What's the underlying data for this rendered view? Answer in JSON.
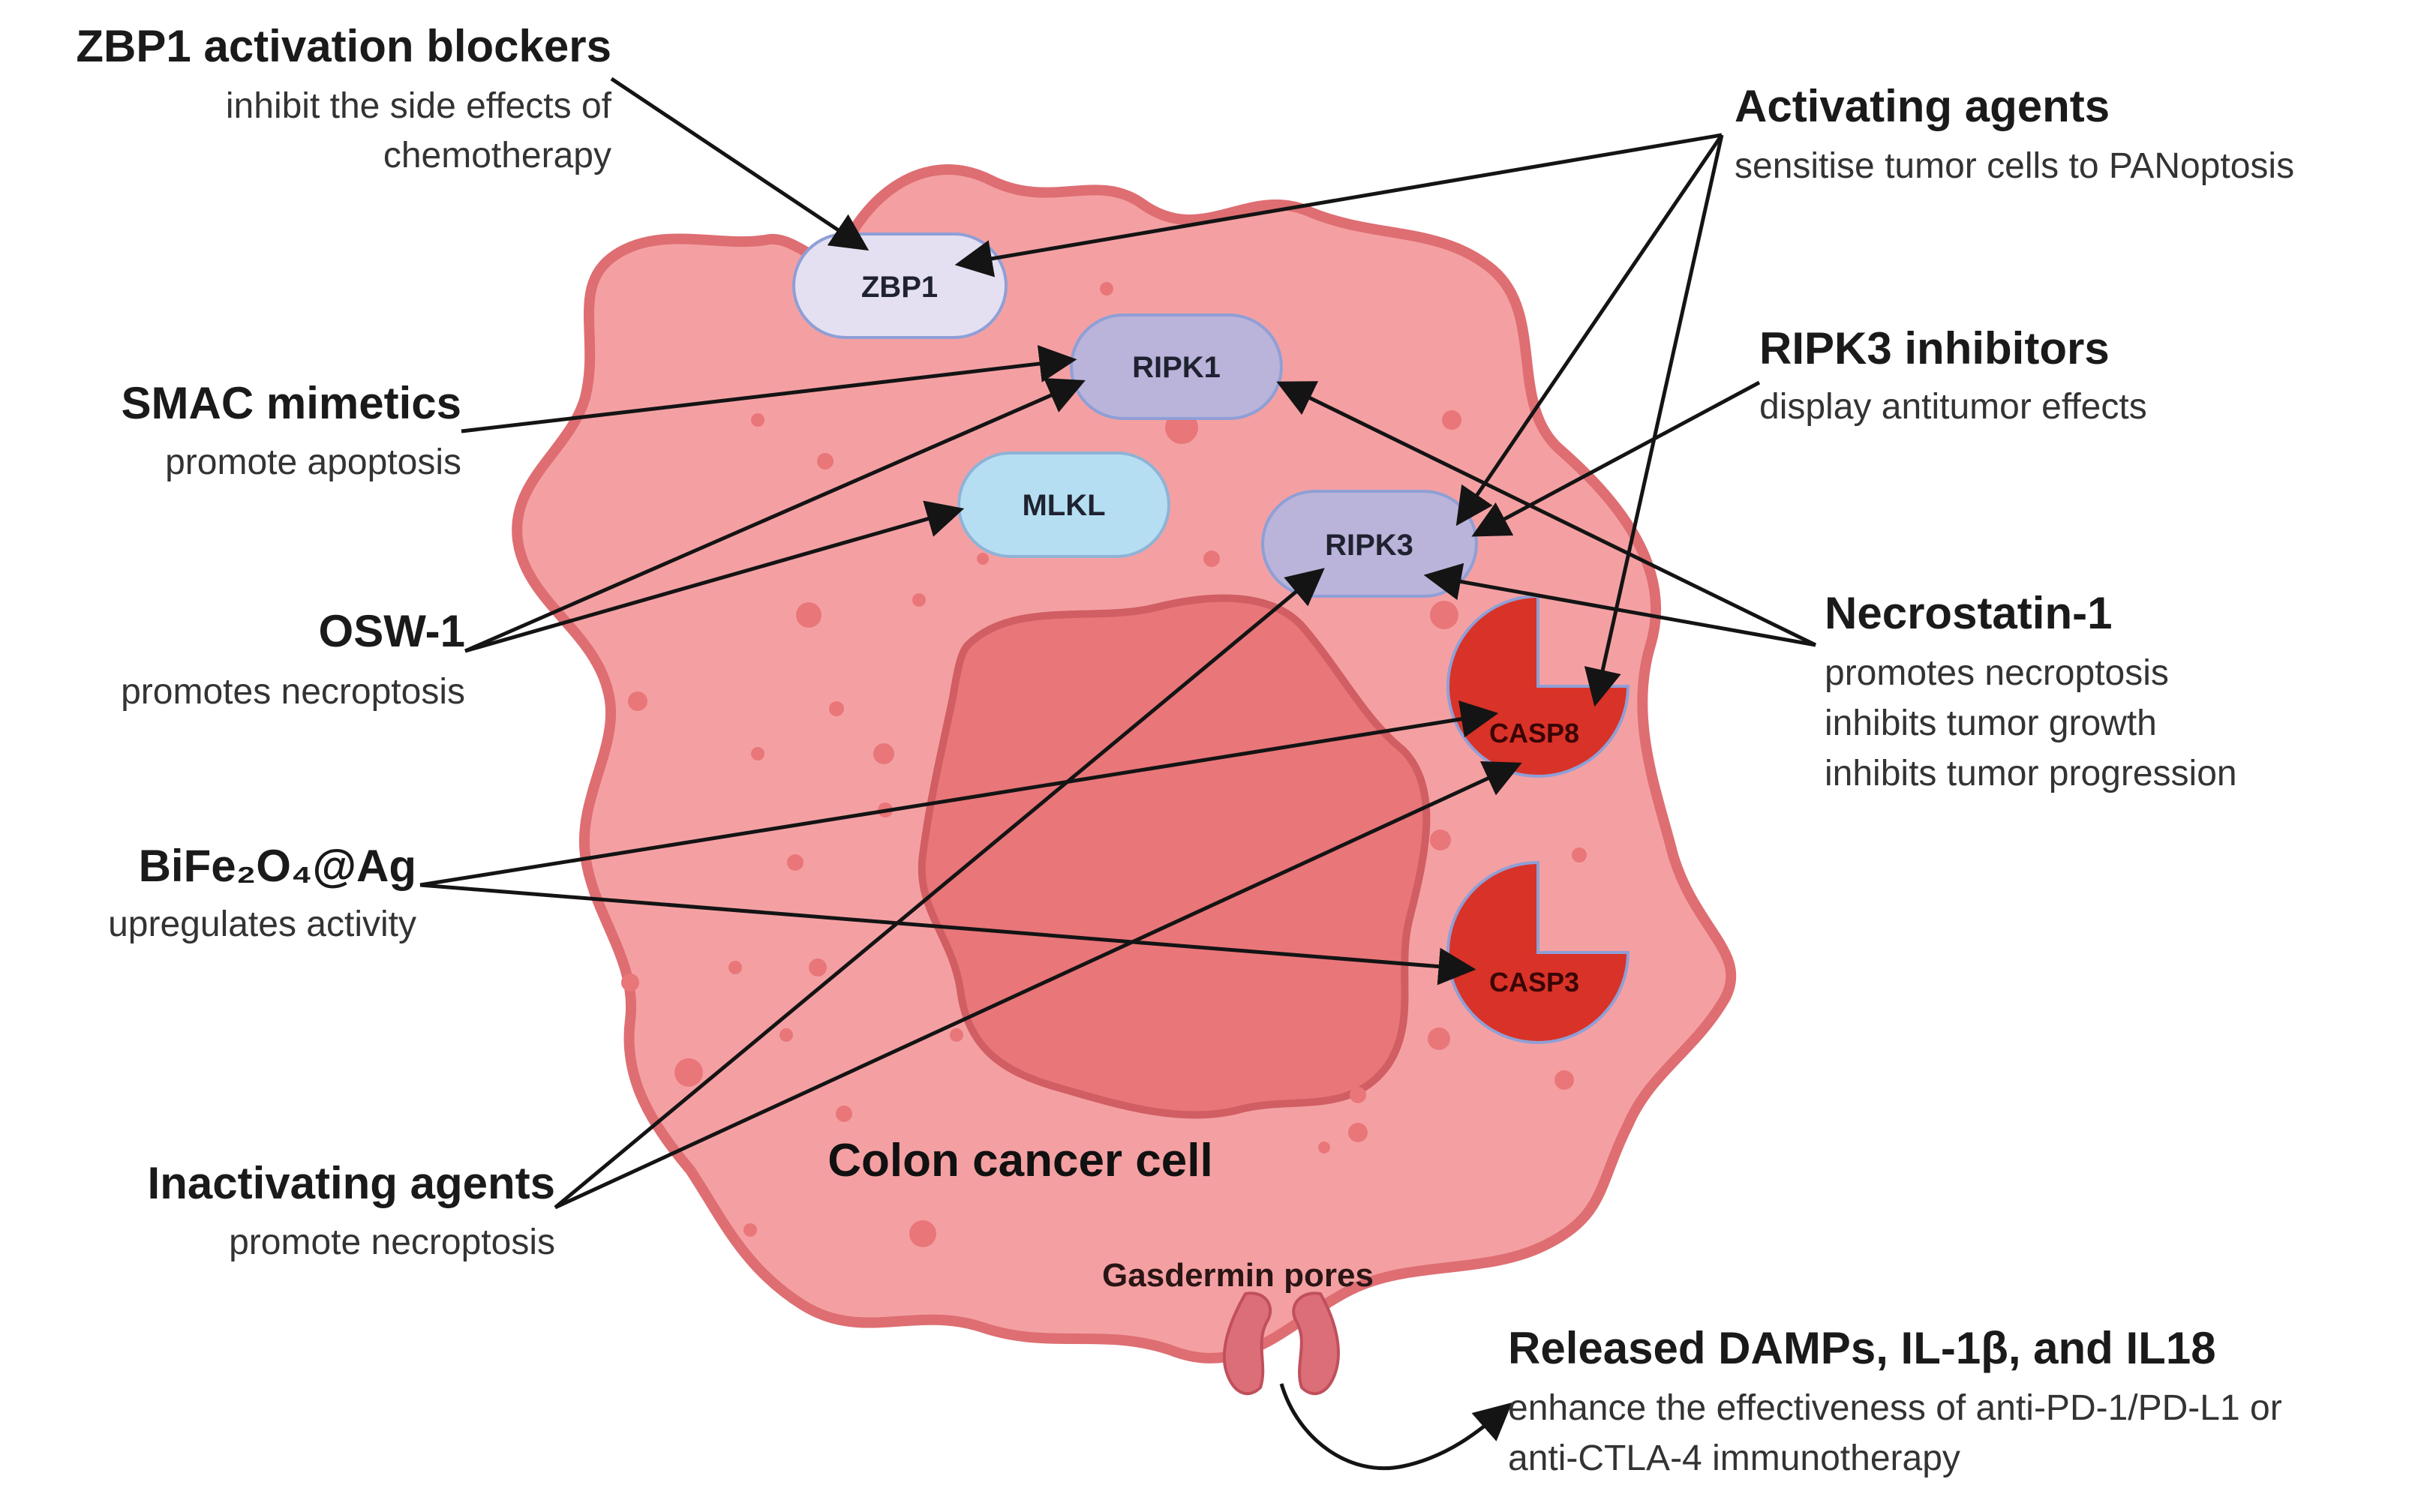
{
  "cell_label": "Colon cancer cell",
  "pores_label": "Gasdermin pores",
  "colors": {
    "cell_fill": "#f4a0a3",
    "cell_edge": "#de6e72",
    "nucleus_fill": "#e97679",
    "nucleus_edge": "#d05e62",
    "zbp1": "#e4e0f2",
    "ripk": "#bab3da",
    "mlkl": "#b6def2",
    "casp": "#d93228",
    "pore": "#dc6e78"
  },
  "nodes": {
    "zbp1": "ZBP1",
    "ripk1": "RIPK1",
    "mlkl": "MLKL",
    "ripk3": "RIPK3",
    "casp8": "CASP8",
    "casp3": "CASP3"
  },
  "labels": {
    "zbp1_blockers": {
      "title": "ZBP1 activation blockers",
      "lines": [
        "inhibit the side effects of",
        "chemotherapy"
      ]
    },
    "smac": {
      "title": "SMAC mimetics",
      "lines": [
        "promote apoptosis"
      ]
    },
    "osw1": {
      "title": "OSW-1",
      "lines": [
        "promotes necroptosis"
      ]
    },
    "bife": {
      "title": "BiFe₂O₄@Ag",
      "lines": [
        "upregulates activity"
      ]
    },
    "inactivating": {
      "title": "Inactivating agents",
      "lines": [
        "promote necroptosis"
      ]
    },
    "activating": {
      "title": "Activating agents",
      "lines": [
        "sensitise tumor cells to PANoptosis"
      ]
    },
    "ripk3_inhibitors": {
      "title": "RIPK3 inhibitors",
      "lines": [
        "display antitumor effects"
      ]
    },
    "necrostatin": {
      "title": "Necrostatin-1",
      "lines": [
        "promotes necroptosis",
        "inhibits tumor growth",
        "inhibits tumor progression"
      ]
    },
    "released": {
      "title": "Released DAMPs, IL-1β, and IL18",
      "lines": [
        "enhance the effectiveness of anti-PD-1/PD-L1 or",
        "anti-CTLA-4 immunotherapy"
      ]
    }
  }
}
